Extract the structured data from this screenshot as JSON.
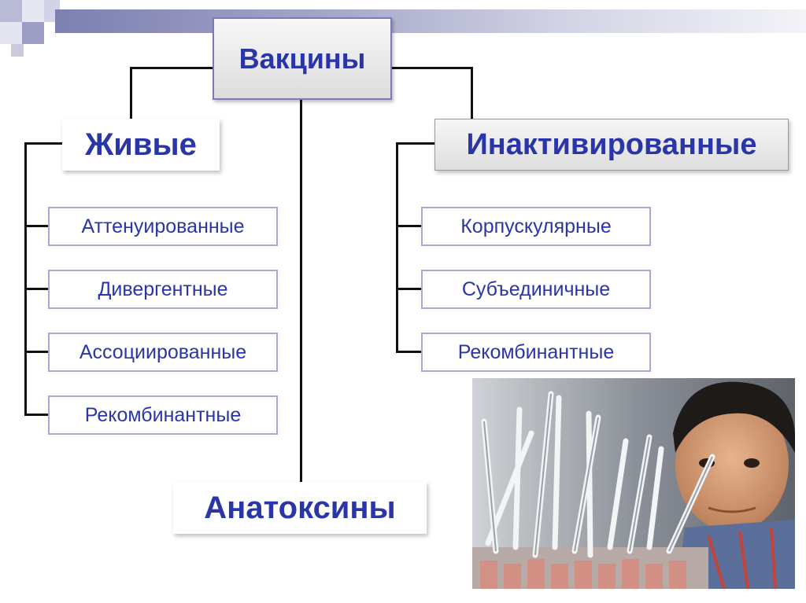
{
  "diagram": {
    "root": {
      "label": "Вакцины"
    },
    "categories": {
      "live": {
        "label": "Живые",
        "items": [
          "Аттенуированные",
          "Дивергентные",
          "Ассоциированные",
          "Рекомбинантные"
        ]
      },
      "inactivated": {
        "label": "Инактивированные",
        "items": [
          "Корпускулярные",
          "Субъединичные",
          "Рекомбинантные"
        ]
      },
      "toxoids": {
        "label": "Анатоксины"
      }
    }
  },
  "colors": {
    "text_accent": "#2a35a8",
    "box_border": "#a7a9d4",
    "connector": "#111111",
    "top_bar_start": "#7d7fb0"
  },
  "images": {
    "photo": {
      "icon": "child-with-syringes-photo"
    }
  }
}
